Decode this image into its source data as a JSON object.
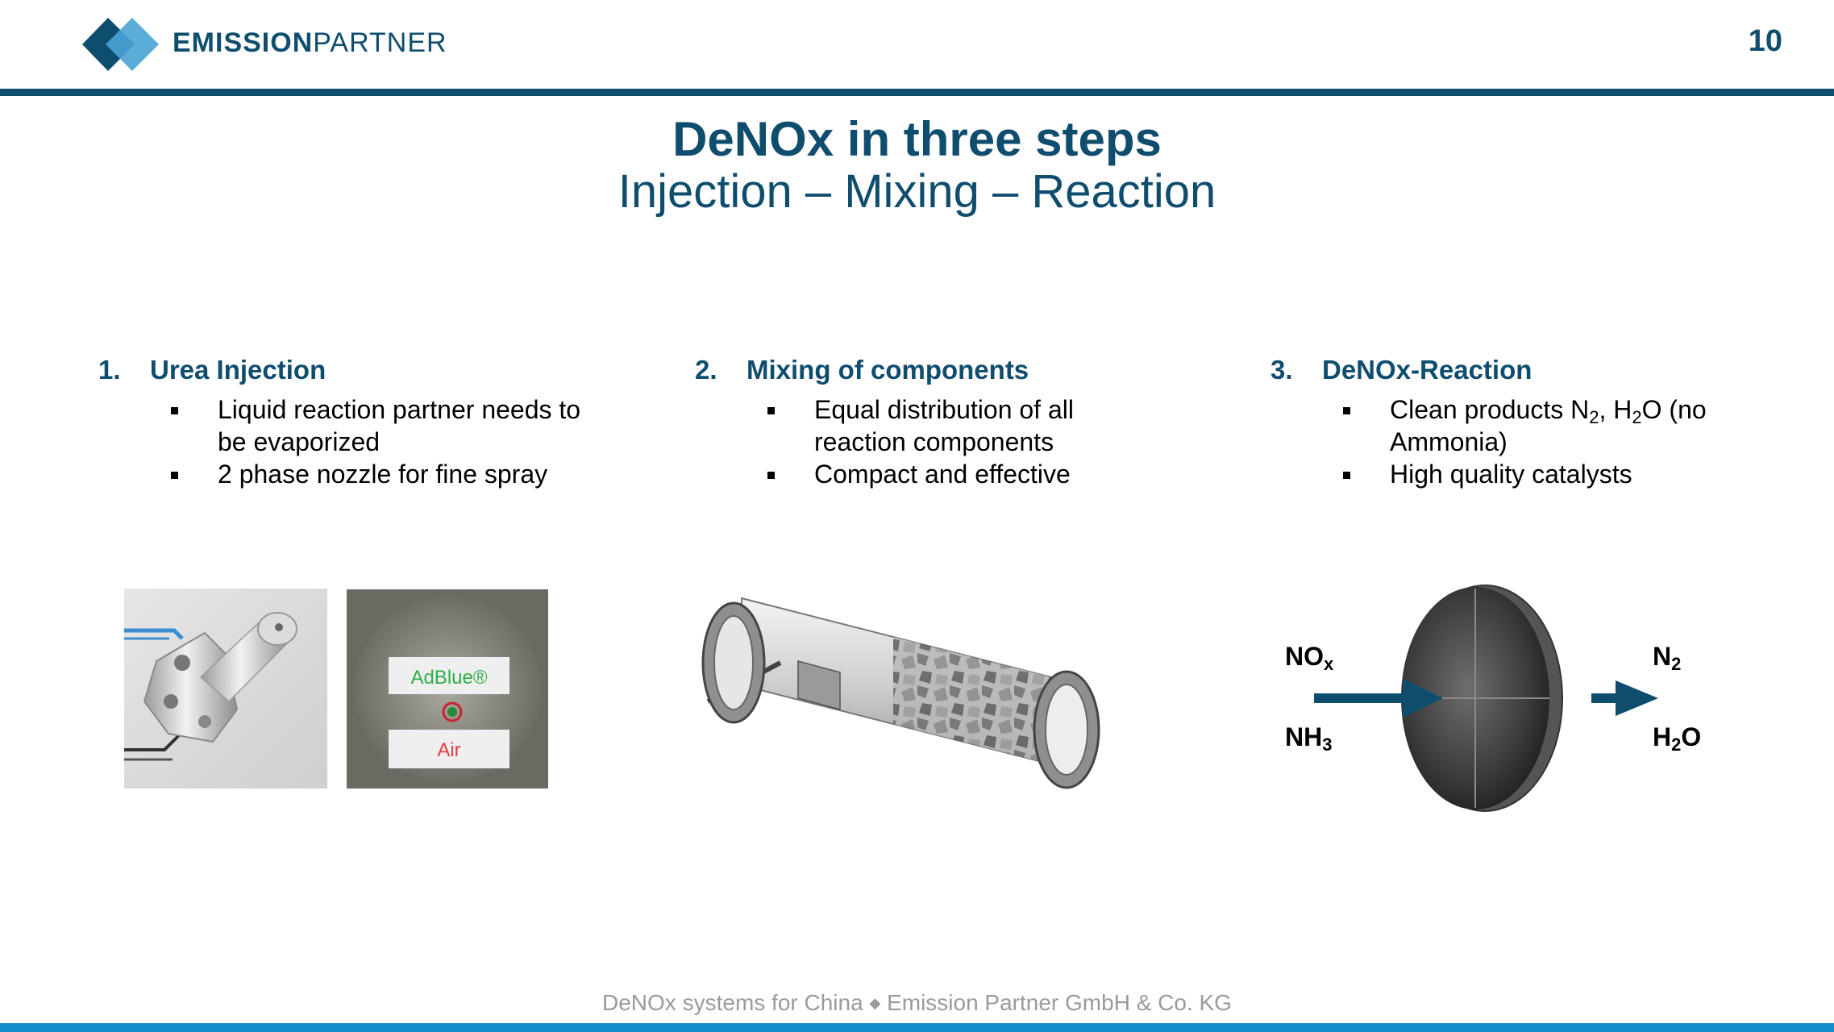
{
  "header": {
    "logo_bold": "EMISSION",
    "logo_light": "PARTNER",
    "page_number": "10"
  },
  "title": "DeNOx in three steps",
  "subtitle": "Injection – Mixing – Reaction",
  "steps": [
    {
      "number": "1.",
      "heading": "Urea Injection",
      "bullets": [
        "Liquid reaction partner needs to be evaporized",
        "2 phase nozzle for fine spray"
      ]
    },
    {
      "number": "2.",
      "heading": "Mixing of components",
      "bullets": [
        "Equal distribution of all reaction components",
        "Compact and effective"
      ]
    },
    {
      "number": "3.",
      "heading": "DeNOx-Reaction",
      "bullets": [
        "Clean products N2, H2O (no Ammonia)",
        "High quality catalysts"
      ]
    }
  ],
  "nozzle_photo": {
    "label_top": "AdBlue®",
    "label_bottom": "Air"
  },
  "reaction_diagram": {
    "inputs": [
      "NOx",
      "NH3"
    ],
    "outputs": [
      "N2",
      "H2O"
    ]
  },
  "footer": {
    "left": "DeNOx systems for China",
    "separator": "◆",
    "right": "Emission Partner GmbH & Co. KG"
  },
  "colors": {
    "primary": "#0f4d6e",
    "accent": "#1290cc",
    "footer_text": "#9a9a9a"
  }
}
